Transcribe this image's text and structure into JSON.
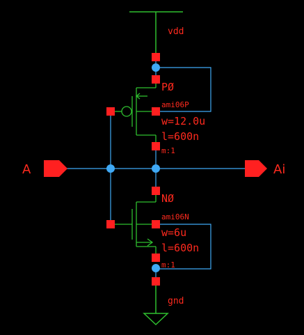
{
  "colors": {
    "background": "#000000",
    "wire": "#3fa9f5",
    "device": "#2fbf2f",
    "pin": "#ff2020",
    "junction": "#3fa9f5",
    "text": "#ff2a1e"
  },
  "supply": {
    "top_net": "vdd",
    "bottom_net": "gnd"
  },
  "ports": {
    "input_label": "A",
    "output_label": "Ai"
  },
  "pmos": {
    "instance": "PØ",
    "model": "ami06P",
    "width": "w=12.0u",
    "length": "l=600n",
    "multiplier": "m:1"
  },
  "nmos": {
    "instance": "NØ",
    "model": "ami06N",
    "width": "w=6u",
    "length": "l=600n",
    "multiplier": "m:1"
  },
  "icons": {
    "vdd": "vdd-tee-icon",
    "gnd": "ground-triangle-icon",
    "input": "input-port-arrow-icon",
    "output": "output-port-arrow-icon"
  }
}
